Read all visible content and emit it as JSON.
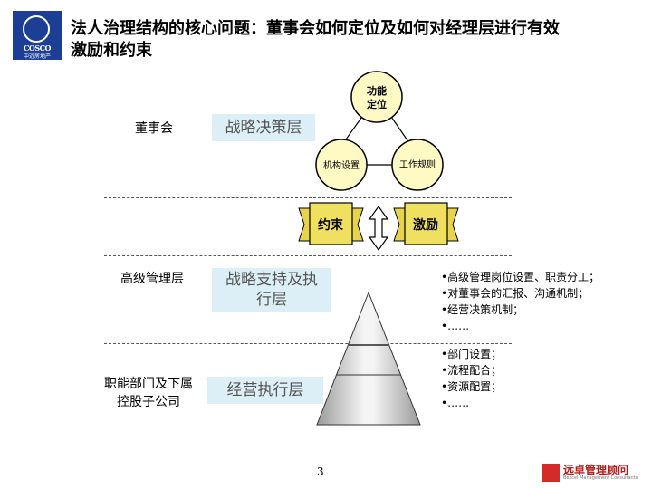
{
  "header": {
    "title_line1": "法人治理结构的核心问题：董事会如何定位及如何对经理层进行有效",
    "title_line2": "激励和约束",
    "logo_wordmark": "COSCO",
    "logo_subtitle": "中远房地产"
  },
  "board": {
    "label": "董事会",
    "layer_box": "战略决策层",
    "circles": {
      "top": "功能定位",
      "left": "机构设置",
      "right": "工作规则"
    }
  },
  "middle": {
    "left_banner": "约束",
    "right_banner": "激励"
  },
  "senior": {
    "label": "高级管理层",
    "layer_box_line1": "战略支持及执",
    "layer_box_line2": "行层",
    "bullets": [
      "•高级管理岗位设置、职责分工；",
      "•对董事会的汇报、沟通机制；",
      "•经营决策机制；",
      "•……"
    ]
  },
  "functional": {
    "label_line1": "职能部门及下属",
    "label_line2": "控股子公司",
    "layer_box": "经营执行层",
    "bullets": [
      "•部门设置；",
      "•流程配合；",
      "•资源配置；",
      "•……"
    ]
  },
  "footer": {
    "page_number": "3",
    "brand_name": "远卓管理顾问",
    "brand_english": "Bexcel Management Consultants"
  },
  "colors": {
    "layer_box_bg": "#dceff7",
    "circle_fill": "#fff9c4",
    "banner_fill": "#f0e060",
    "arrow_fill": "#ffffff",
    "pyramid_dark": "#999999",
    "pyramid_light": "#f4f4f4",
    "logo_blue": "#1c3f95",
    "brand_red": "#d42a2a"
  }
}
